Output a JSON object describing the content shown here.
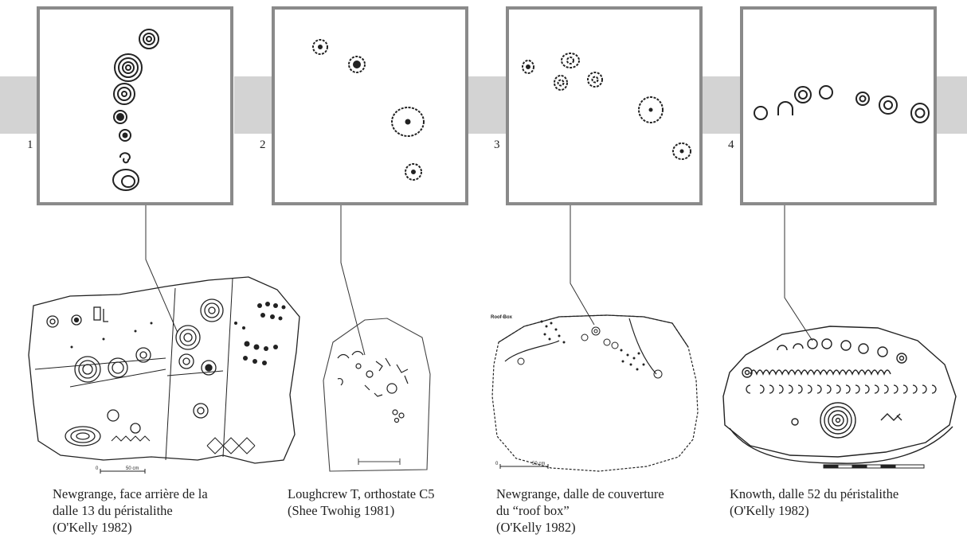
{
  "panels": [
    {
      "number": "1"
    },
    {
      "number": "2"
    },
    {
      "number": "3"
    },
    {
      "number": "4"
    }
  ],
  "scale_labels": {
    "newgrange_k13": "50 cm",
    "roofbox": "50 cm",
    "roofbox_title": "Roof-Box",
    "zero": "0"
  },
  "captions": [
    {
      "lines": [
        "Newgrange, face arrière de la",
        "dalle 13 du péristalithe",
        "(O'Kelly 1982)"
      ]
    },
    {
      "lines": [
        "Loughcrew T, orthostate C5",
        "(Shee Twohig 1981)"
      ]
    },
    {
      "lines": [
        "Newgrange, dalle de couverture",
        "du “roof box”",
        "(O'Kelly 1982)"
      ]
    },
    {
      "lines": [
        "Knowth, dalle 52 du péristalithe",
        "(O'Kelly 1982)"
      ]
    }
  ],
  "colors": {
    "band": "#d3d3d3",
    "frame": "#8a8a8a",
    "ink": "#222222"
  }
}
